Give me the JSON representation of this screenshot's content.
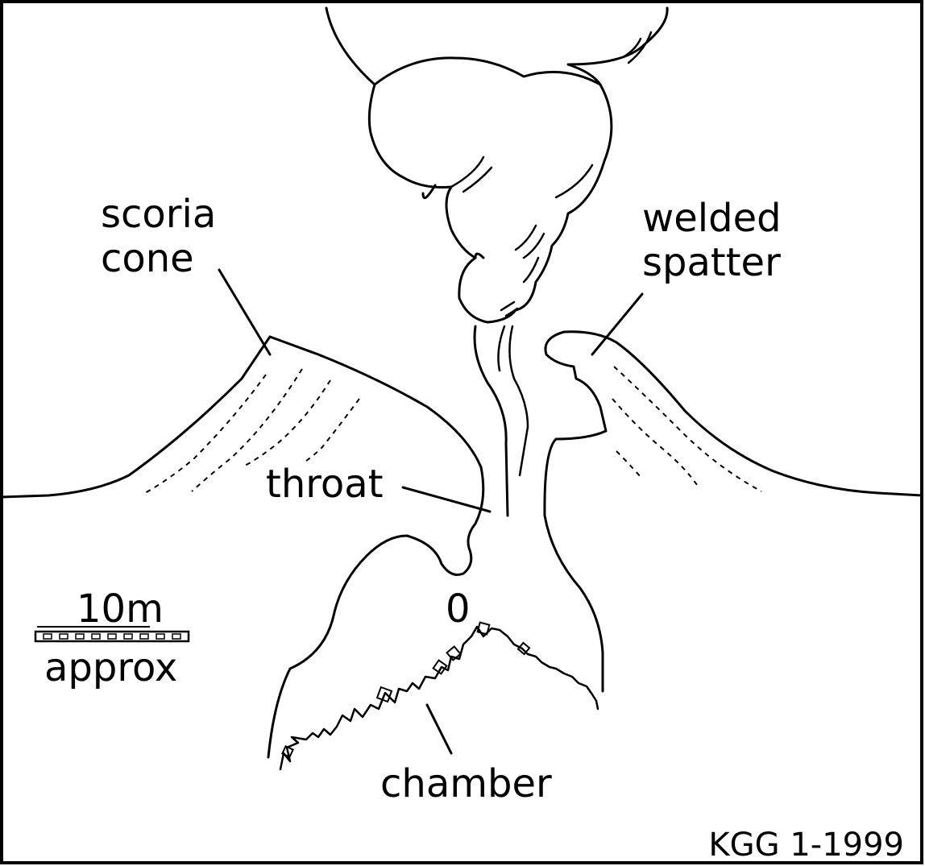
{
  "labels": {
    "scoria_cone_line1": "scoria",
    "scoria_cone_line2": "cone",
    "welded_spatter_line1": "welded",
    "welded_spatter_line2": "spatter",
    "throat": "throat",
    "chamber": "chamber",
    "zero_marker": "0",
    "scale_value": "10m",
    "scale_note": "approx",
    "credit": "KGG 1-1999"
  },
  "colors": {
    "ink": "#000000",
    "paper": "#ffffff"
  }
}
